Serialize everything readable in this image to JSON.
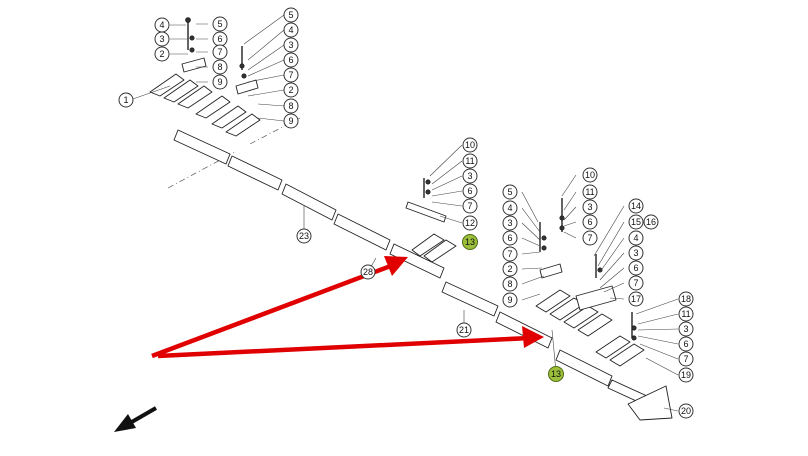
{
  "callouts": {
    "c1": "1",
    "c2": "2",
    "c3": "3",
    "c4": "4",
    "c5": "5",
    "c6": "6",
    "c7": "7",
    "c8": "8",
    "c9": "9",
    "c10": "10",
    "c11": "11",
    "c12": "12",
    "c13": "13",
    "c14": "14",
    "c15": "15",
    "c16": "16",
    "c17": "17",
    "c18": "18",
    "c19": "19",
    "c20": "20",
    "c21": "21",
    "c23": "23",
    "c28": "28"
  },
  "highlight_color": "#9bbf3a",
  "arrow_color": "#e00000"
}
